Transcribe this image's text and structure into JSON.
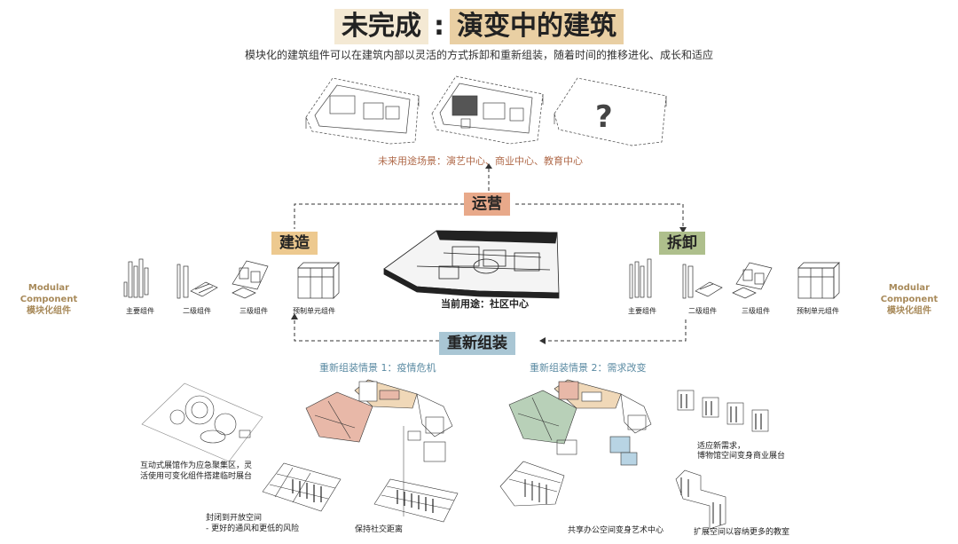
{
  "title": {
    "left": "未完成",
    "colon": ":",
    "right": "演变中的建筑"
  },
  "subtitle": "模块化的建筑组件可以在建筑内部以灵活的方式拆卸和重新组装，随着时间的推移进化、成长和适应",
  "future_use": "未来用途场景：演艺中心、商业中心、教育中心",
  "question_mark": "?",
  "stages": {
    "operate": "运营",
    "build": "建造",
    "disassemble": "拆卸",
    "reassemble": "重新组装"
  },
  "current_use": "当前用途：社区中心",
  "modular_component": {
    "en_line1": "Modular",
    "en_line2": "Component",
    "zh": "模块化组件"
  },
  "components_left": [
    "主要组件",
    "二级组件",
    "三级组件",
    "预制单元组件"
  ],
  "components_right": [
    "主要组件",
    "二级组件",
    "三级组件",
    "预制单元组件"
  ],
  "scenario1": {
    "title": "重新组装情景 1：疫情危机",
    "note1": "互动式展馆作为应急聚集区，灵活使用可变化组件搭建临时展台",
    "note2_line1": "封闭到开放空间",
    "note2_line2": "- 更好的通风和更低的风险",
    "note3": "保持社交距离"
  },
  "scenario2": {
    "title": "重新组装情景 2：需求改变",
    "note1_line1": "适应新需求，",
    "note1_line2": "博物馆空间变身商业展台",
    "note2": "共享办公空间变身艺术中心",
    "note3": "扩展空间以容纳更多的教室"
  },
  "colors": {
    "operate_bg": "#e8a98a",
    "build_bg": "#edc98f",
    "disassemble_bg": "#aebf8c",
    "reassemble_bg": "#a9c6d4",
    "pink_block": "#e8b8a8",
    "green_block": "#b8d0b8",
    "tan_block": "#f0d8b8",
    "blue_block": "#b8d4e4"
  }
}
